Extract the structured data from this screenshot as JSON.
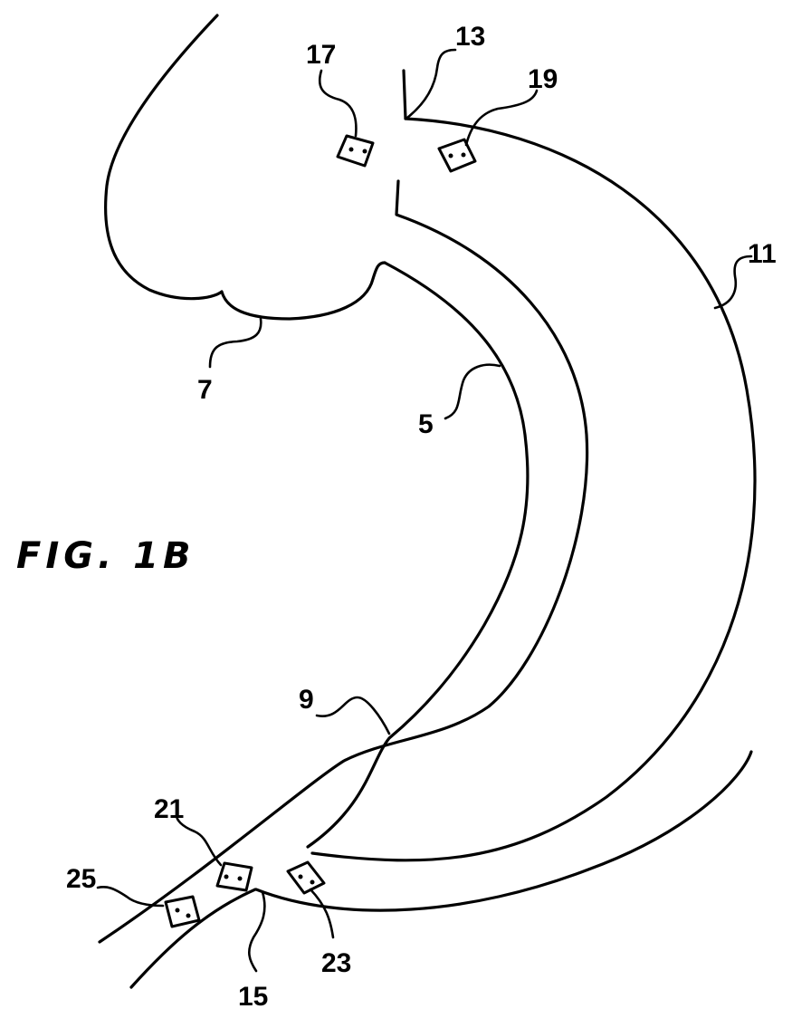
{
  "figure": {
    "caption": "FIG. 1B",
    "labels": {
      "ref_5": "5",
      "ref_7": "7",
      "ref_9": "9",
      "ref_11": "11",
      "ref_13": "13",
      "ref_15": "15",
      "ref_17": "17",
      "ref_19": "19",
      "ref_21": "21",
      "ref_23": "23",
      "ref_25": "25"
    }
  }
}
